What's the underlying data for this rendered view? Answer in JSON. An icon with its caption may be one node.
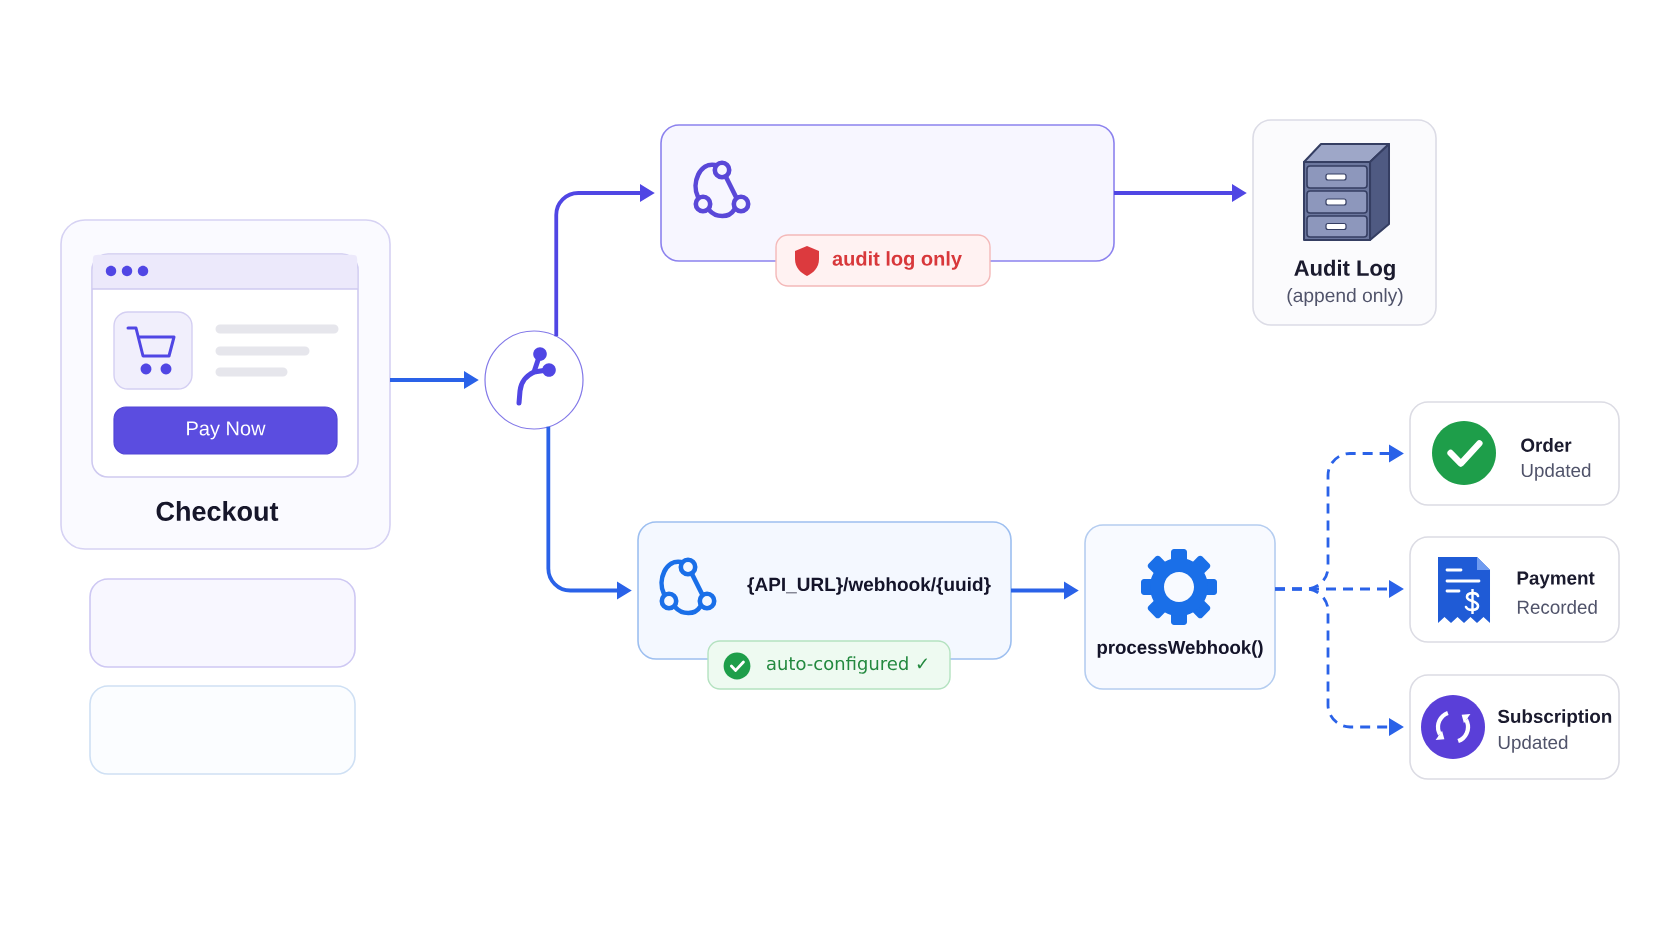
{
  "diagram": {
    "nodes": [
      {
        "text": [
          "Checkout"
        ]
      },
      {
        "text": [
          "Pay Now"
        ],
        "in": 0
      },
      {
        "text": [],
        "shape": "box"
      },
      {
        "text": [],
        "shape": "box"
      },
      {
        "text": [],
        "shape": "circle"
      },
      {
        "text": [],
        "shape": "box"
      },
      {
        "text": [
          "audit log only"
        ]
      },
      {
        "text": [
          "Audit Log",
          "(append only)"
        ]
      },
      {
        "text": [
          "{API_URL}/webhook/{uuid}"
        ]
      },
      {
        "text": [
          "auto-configured ✓"
        ]
      },
      {
        "text": [
          "processWebhook()"
        ]
      },
      {
        "text": [
          "Order",
          "Updated"
        ]
      },
      {
        "text": [
          "Payment",
          "Recorded"
        ]
      },
      {
        "text": [
          "Subscription",
          "Updated"
        ]
      }
    ],
    "edges": [
      {
        "from": 0,
        "to": 4,
        "arrow": "to"
      },
      {
        "from": 4,
        "to": 5,
        "arrow": "to",
        "color": "#5046e4"
      },
      {
        "from": 4,
        "to": 8,
        "arrow": "to"
      },
      {
        "from": 5,
        "to": 7,
        "arrow": "to",
        "color": "#5046e4"
      },
      {
        "from": 8,
        "to": 10,
        "arrow": "to"
      },
      {
        "from": 10,
        "to": 11,
        "arrow": "to",
        "style": "dashed"
      },
      {
        "from": 10,
        "to": 12,
        "arrow": "to",
        "style": "dashed"
      },
      {
        "from": 10,
        "to": 13,
        "arrow": "to",
        "style": "dashed"
      }
    ]
  }
}
